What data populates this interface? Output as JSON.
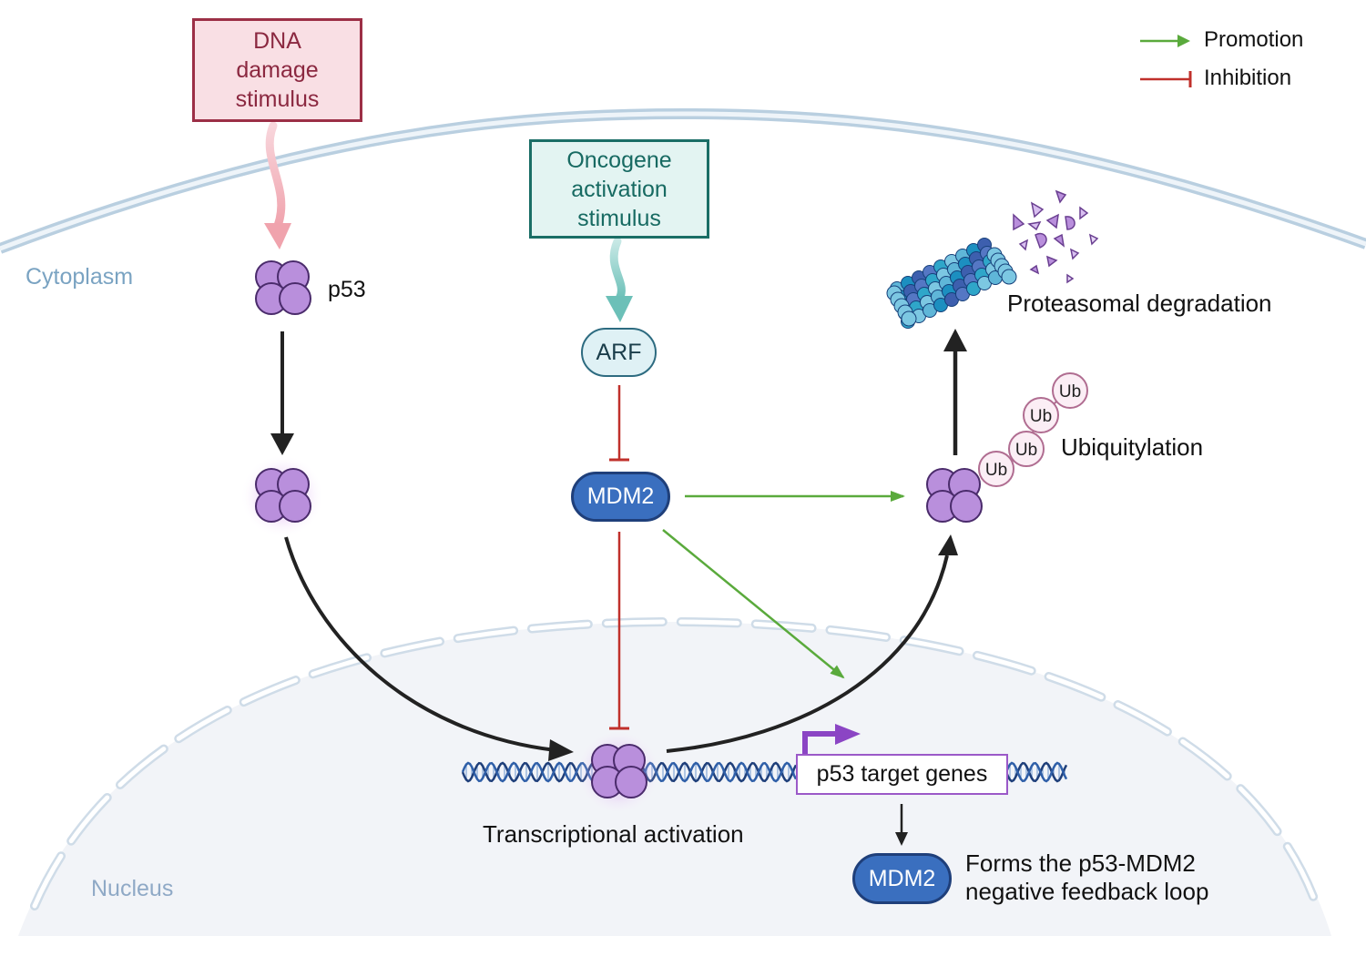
{
  "legend": {
    "promotion": "Promotion",
    "inhibition": "Inhibition",
    "promotion_color": "#5aaa3c",
    "inhibition_color": "#c0302b"
  },
  "regions": {
    "cytoplasm": "Cytoplasm",
    "nucleus": "Nucleus"
  },
  "stimuli": {
    "dna_damage": "DNA\ndamage\nstimulus",
    "oncogene": "Oncogene\nactivation\nstimulus"
  },
  "nodes": {
    "p53": "p53",
    "arf": "ARF",
    "mdm2": "MDM2",
    "mdm2_product": "MDM2",
    "target_genes": "p53 target genes",
    "ubiquitin": "Ub"
  },
  "processes": {
    "proteasomal_degradation": "Proteasomal degradation",
    "ubiquitylation": "Ubiquitylation",
    "transcriptional_activation": "Transcriptional activation",
    "feedback_line1": "Forms the p53-MDM2",
    "feedback_line2": "negative feedback loop"
  },
  "colors": {
    "p53_fill": "#b98fdc",
    "p53_stroke": "#4a2b6b",
    "membrane": "#b9cfe0",
    "nucleus_fill": "#f2f4f8",
    "mdm2_fill": "#3a6fbf",
    "dna_strand": "#1f3f7a"
  }
}
